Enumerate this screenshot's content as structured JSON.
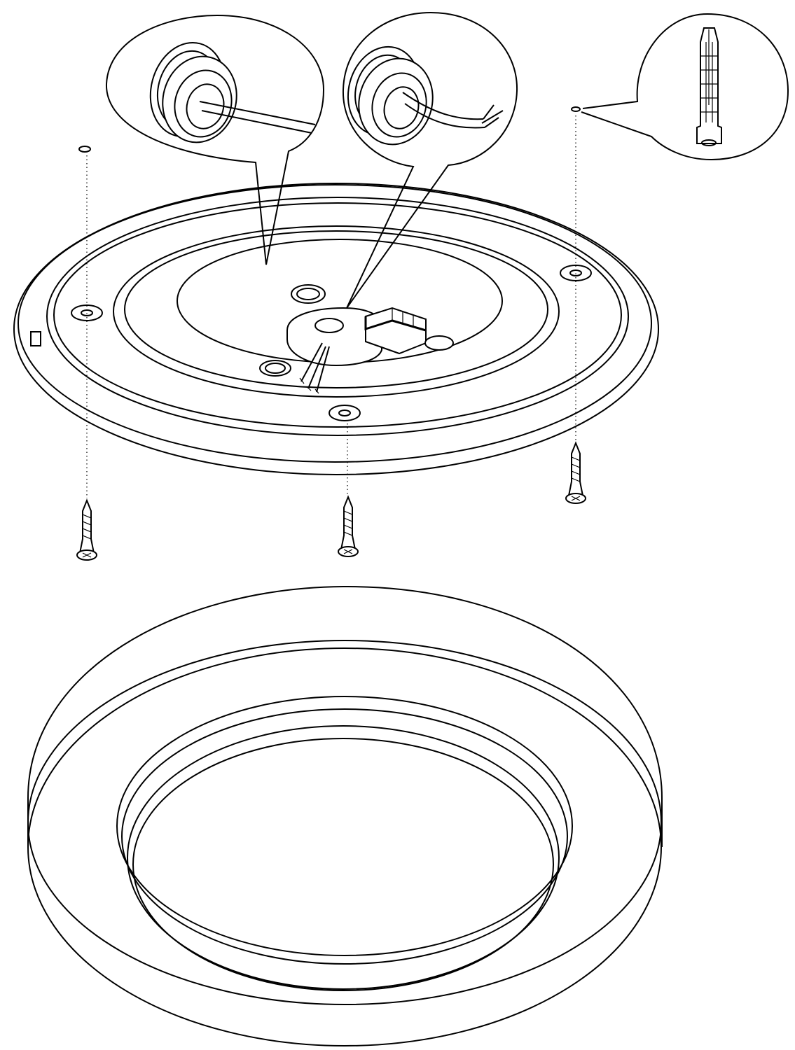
{
  "diagram": {
    "kind": "exploded-assembly-view",
    "style": "black line art on white",
    "line_color": "#000000",
    "background_color": "#ffffff",
    "components": [
      {
        "name": "mounting-plate-base",
        "icon": "base-plate-icon"
      },
      {
        "name": "cable-grommet-detail-closed",
        "icon": "grommet-closed-icon"
      },
      {
        "name": "cable-grommet-detail-with-wire",
        "icon": "grommet-with-cable-icon"
      },
      {
        "name": "wall-plug-detail",
        "icon": "wall-plug-icon"
      },
      {
        "name": "screws",
        "icon": "screw-icon",
        "count": 3
      },
      {
        "name": "wall-plugs",
        "icon": "wall-plug-icon",
        "count": 3
      },
      {
        "name": "ring-diffuser-cover",
        "icon": "diffuser-ring-icon"
      }
    ]
  }
}
